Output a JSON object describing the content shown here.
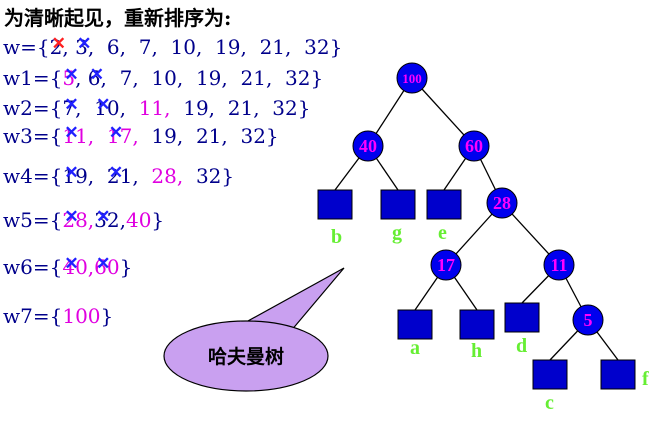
{
  "heading": "为清晰起见，重新排序为:",
  "weights": {
    "w": {
      "name": "w=",
      "open": "{",
      "items": [
        "2",
        "3",
        "6",
        "7",
        "10",
        "19",
        "21",
        "32"
      ],
      "close": "}"
    },
    "w1": {
      "name": "w1=",
      "open": "{",
      "items": [
        "5",
        "6",
        "7",
        "10",
        "19",
        "21",
        "32"
      ],
      "close": "}"
    },
    "w2": {
      "name": "w2=",
      "open": "{",
      "items": [
        "7",
        "10",
        "11",
        "19",
        "21",
        "32"
      ],
      "close": "}"
    },
    "w3": {
      "name": "w3=",
      "open": "{",
      "items": [
        "11",
        "17",
        "19",
        "21",
        "32"
      ],
      "close": "}"
    },
    "w4": {
      "name": "w4=",
      "open": "{",
      "items": [
        "19",
        "21",
        "28",
        "32"
      ],
      "close": "}"
    },
    "w5": {
      "name": "w5=",
      "open": "{",
      "items": [
        "28",
        "32",
        "40"
      ],
      "close": "}"
    },
    "w6": {
      "name": "w6=",
      "open": "{",
      "items": [
        "40",
        "60"
      ],
      "close": "}"
    },
    "w7": {
      "name": "w7=",
      "open": "{",
      "items": [
        "100"
      ],
      "close": "}"
    }
  },
  "tree": {
    "internal_nodes": [
      "100",
      "40",
      "60",
      "28",
      "17",
      "11",
      "5"
    ],
    "leaves": [
      "b",
      "g",
      "e",
      "a",
      "h",
      "d",
      "c",
      "f"
    ]
  },
  "callout": "哈夫曼树",
  "colors": {
    "node_fill": "#0000ee",
    "node_label": "#ff00ff",
    "leaf_fill": "#0000cc",
    "leaf_label": "#66ee33",
    "callout_fill": "#c9a0f0",
    "text": "#00008b",
    "highlight": "#e000e0"
  }
}
